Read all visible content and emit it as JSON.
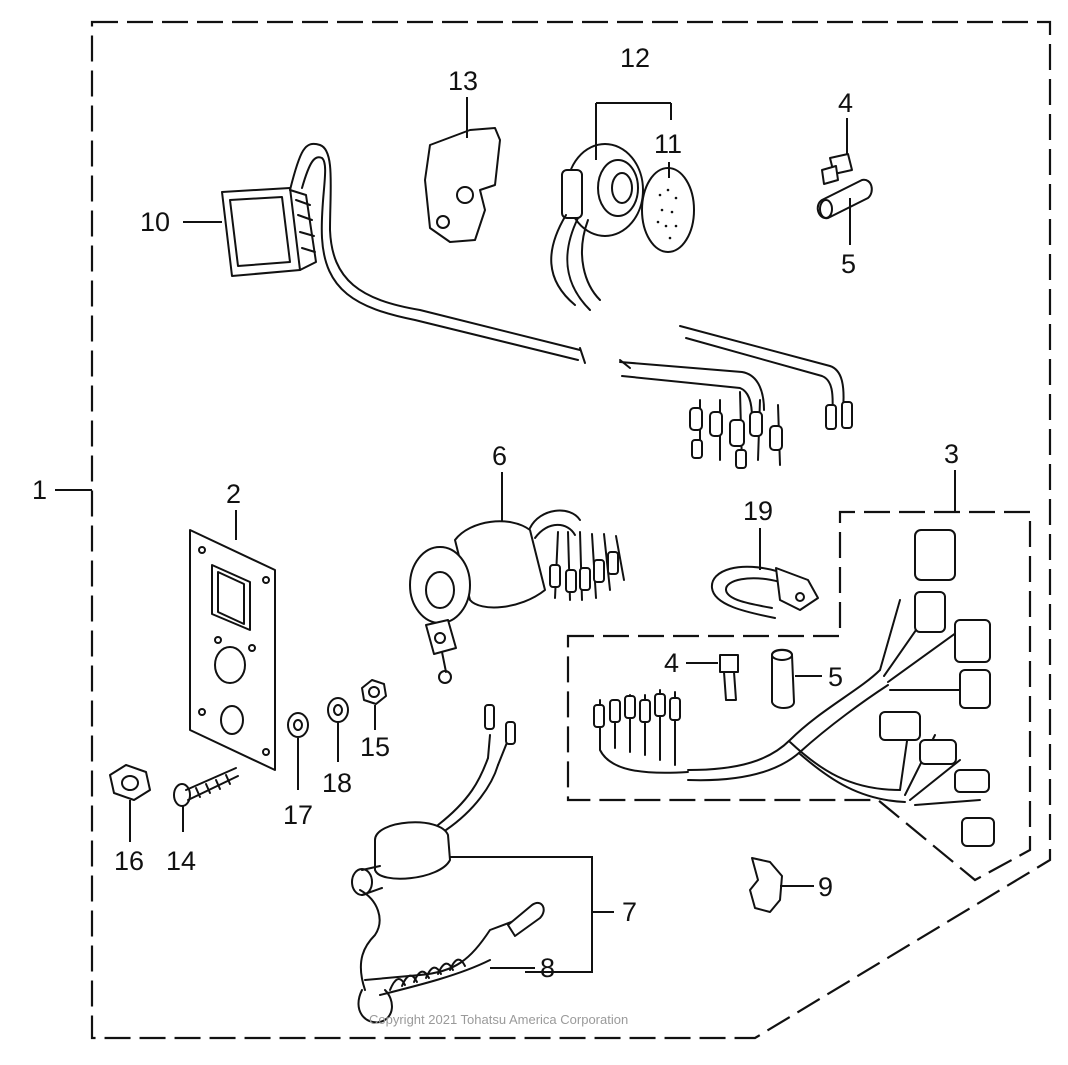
{
  "diagram": {
    "callouts": {
      "c1": "1",
      "c2": "2",
      "c3": "3",
      "c4a": "4",
      "c4b": "4",
      "c5a": "5",
      "c5b": "5",
      "c6": "6",
      "c7": "7",
      "c8": "8",
      "c9": "9",
      "c10": "10",
      "c11": "11",
      "c12": "12",
      "c13": "13",
      "c14": "14",
      "c15": "15",
      "c16": "16",
      "c17": "17",
      "c18": "18",
      "c19": "19"
    },
    "copyright": "Copyright 2021 Tohatsu America Corporation"
  }
}
